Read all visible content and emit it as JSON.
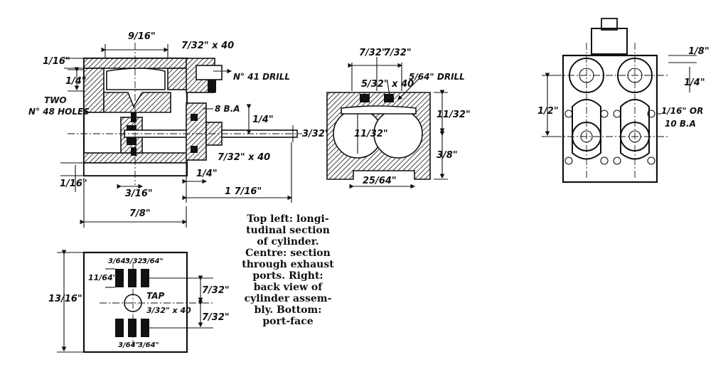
{
  "long_section": {
    "dim_9_16": "9/16\"",
    "dim_7_32_x_40_top": "7/32\" x 40",
    "drill_41": "N° 41 DRILL",
    "dim_1_16_top": "1/16\"",
    "dim_1_4_left": "1/4\"",
    "two_holes_line1": "TWO",
    "two_holes_line2": "N° 48 HOLES",
    "eight_ba": "8 B.A",
    "dim_1_4_right": "1/4\"",
    "dim_3_32": "3/32\"",
    "dim_7_32_x_40_bottom": "7/32\" x 40",
    "dim_1_16_bottom": "1/16\"",
    "dim_3_16": "3/16\"",
    "dim_1_4_bottom": "1/4\"",
    "dim_1_7_16": "1 7/16\"",
    "dim_7_8": "7/8\""
  },
  "centre_section": {
    "dim_7_32_a": "7/32\"",
    "dim_7_32_b": "7/32\"",
    "dim_5_32_x_40": "5/32\" x 40",
    "drill_5_64": "5/64\" DRILL",
    "dim_11_32_inner": "11/32\"",
    "dim_11_32_outer": "11/32\"",
    "dim_3_8": "3/8\"",
    "dim_25_64": "25/64\""
  },
  "back_view": {
    "dim_1_8": "1/8\"",
    "dim_1_4": "1/4\"",
    "dim_1_2": "1/2\"",
    "note_line1": "1/16\" OR",
    "note_line2": "10 B.A"
  },
  "port_face": {
    "dim_3_64_a": "3/64\"",
    "dim_3_32": "3/32\"",
    "dim_3_64_b": "3/64\"",
    "dim_11_64": "11/64\"",
    "dim_13_16": "13/16\"",
    "tap": "TAP",
    "dim_7_32_a": "7/32\"",
    "dim_3_32_x_40": "3/32\" x 40",
    "dim_7_32_b": "7/32\"",
    "dim_3_64_c": "3/64\"",
    "dim_3_64_d": "3/64\""
  },
  "caption": [
    "Top left: longi-",
    "tudinal section",
    "of cylinder.",
    "Centre: section",
    "through exhaust",
    "ports. Right:",
    "back view of",
    "cylinder assem-",
    "bly. Bottom:",
    "port-face"
  ]
}
